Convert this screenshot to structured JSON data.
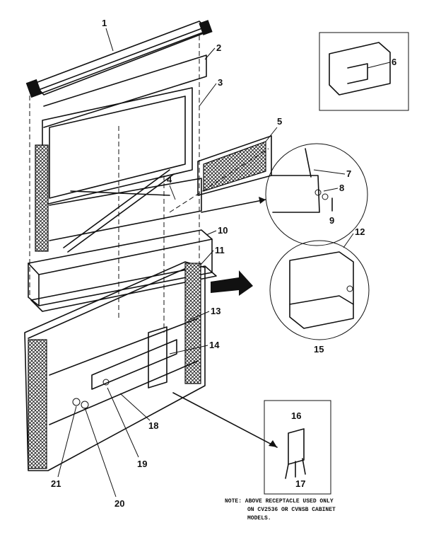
{
  "callouts": [
    "1",
    "2",
    "3",
    "4",
    "5",
    "6",
    "7",
    "8",
    "9",
    "10",
    "11",
    "12",
    "13",
    "14",
    "15",
    "16",
    "17",
    "18",
    "19",
    "20",
    "21"
  ],
  "note": {
    "line1": "NOTE: ABOVE RECEPTACLE USED ONLY",
    "line2": "ON CV2536 OR CVNSB CABINET",
    "line3": "MODELS."
  }
}
